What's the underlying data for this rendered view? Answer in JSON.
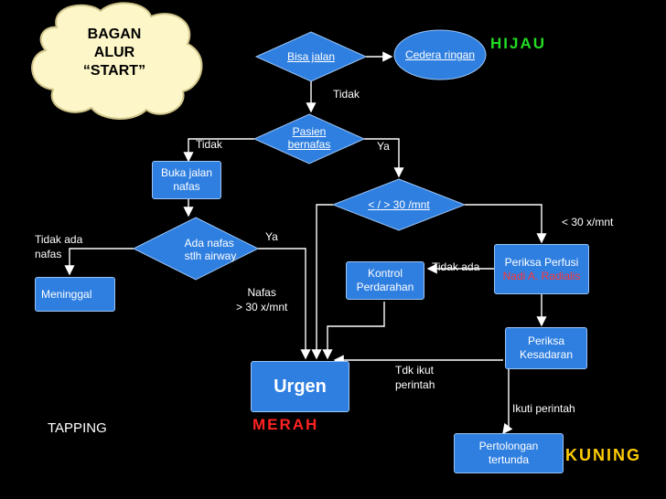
{
  "start_cloud": "BAGAN\nALUR\n“START”",
  "nodes": {
    "bisa_jalan": "Bisa jalan",
    "cedera_ringan": "Cedera ringan",
    "pasien_bernafas": "Pasien\nbernafas",
    "buka_jalan_nafas": "Buka jalan\nnafas",
    "respiration_rate": "< / > 30 /mnt",
    "ada_nafas": "Ada nafas\nstlh airway",
    "meninggal": "Meninggal",
    "kontrol_perdarahan": "Kontrol\nPerdarahan",
    "periksa_perfusi": "Periksa Perfusi",
    "nadi_radialis": "Nadi A. Radialis",
    "periksa_kesadaran": "Periksa\nKesadaran",
    "urgen": "Urgen",
    "pertolongan_tertunda": "Pertolongan\ntertunda"
  },
  "edge_labels": {
    "tidak_bisa_jalan": "Tidak",
    "tidak_bernafas": "Tidak",
    "ya_bernafas": "Ya",
    "tidak_ada_nafas": "Tidak ada\nnafas",
    "ya_ada_nafas": "Ya",
    "lt30": "< 30 x/mnt",
    "gt30": "Nafas\n> 30 x/mnt",
    "tidak_ada_perfusi": "Tidak ada",
    "tdk_ikut_perintah": "Tdk ikut\nperintah",
    "ikuti_perintah": "Ikuti perintah"
  },
  "categories": {
    "hijau": "HIJAU",
    "merah": "MERAH",
    "kuning": "KUNING"
  },
  "footer": {
    "tapping": "TAPPING"
  },
  "colors": {
    "background": "#000000",
    "node_fill": "#2f7fe0",
    "cloud_fill": "#fdf6c8",
    "hijau": "#22dd22",
    "merah": "#ff2222",
    "kuning": "#ffcc00",
    "nadi_text": "#ff3333"
  }
}
